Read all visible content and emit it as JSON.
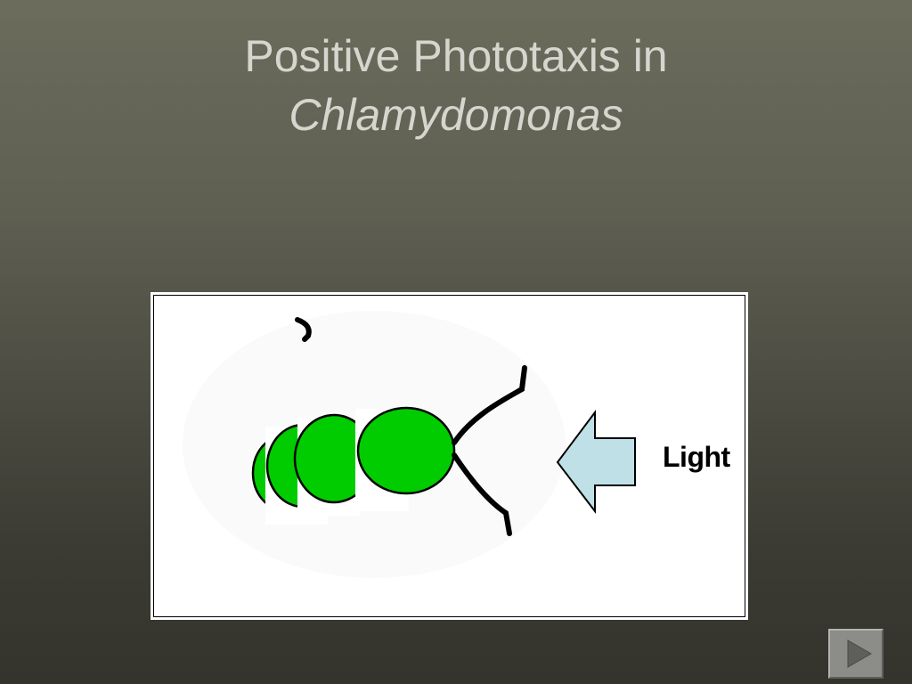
{
  "slide": {
    "title_line1": "Positive Phototaxis in",
    "title_line2": "Chlamydomonas"
  },
  "figure": {
    "light_label": "Light",
    "cell_color": "#00cc00",
    "arrow_color": "#bfe0e6"
  },
  "navigation": {
    "next_icon": "play-triangle-icon"
  }
}
